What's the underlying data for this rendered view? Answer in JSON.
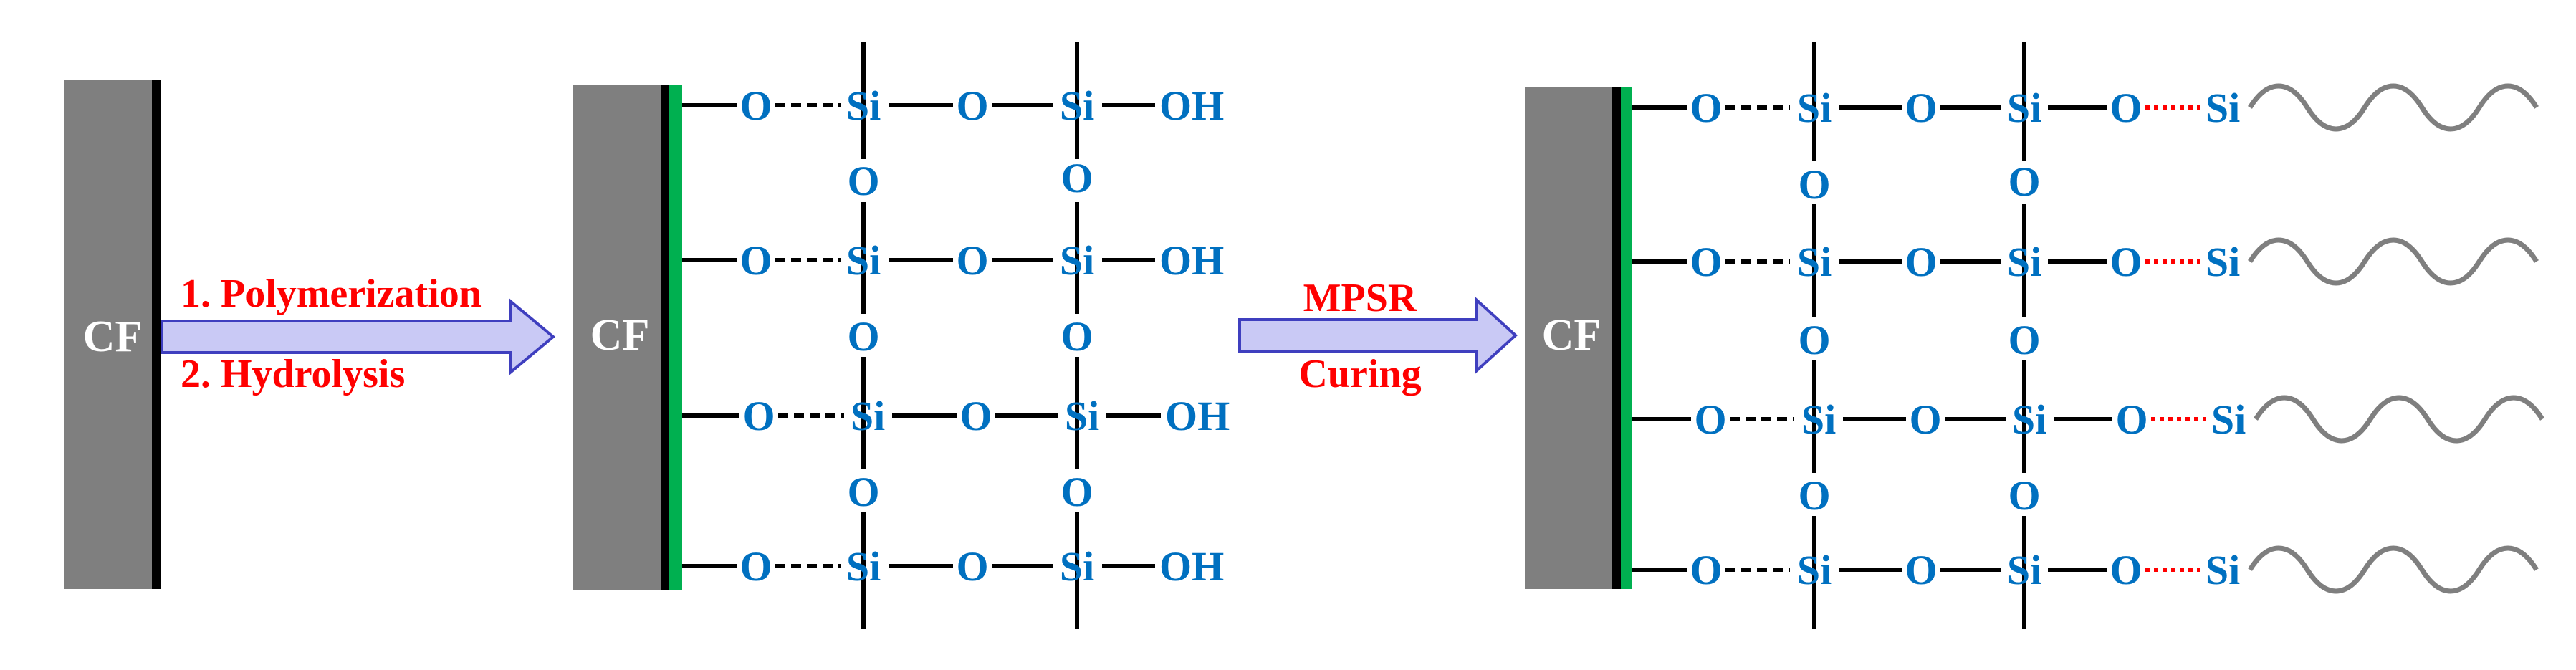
{
  "colors": {
    "fiber": "#7f7f7f",
    "fiber_edge": "#000000",
    "coating": "#00b050",
    "atom_text": "#0070c0",
    "step_text": "#ff0000",
    "arrow_fill": "#c9c9f5",
    "arrow_stroke": "#3f3fbf",
    "resin_chain": "#7f7f7f",
    "hydrogen_bond": "#ff0000"
  },
  "stage1": {
    "fiber_label": "CF"
  },
  "arrow1": {
    "line1": "1. Polymerization",
    "line2": "2. Hydrolysis"
  },
  "stage2": {
    "fiber_label": "CF",
    "rows": [
      {
        "o1": "O",
        "si1": "Si",
        "o2": "O",
        "si2": "Si",
        "end": "OH"
      },
      {
        "o1": "O",
        "si1": "Si",
        "o2": "O",
        "si2": "Si",
        "end": "OH"
      },
      {
        "o1": "O",
        "si1": "Si",
        "o2": "O",
        "si2": "Si",
        "end": "OH"
      },
      {
        "o1": "O",
        "si1": "Si",
        "o2": "O",
        "si2": "Si",
        "end": "OH"
      }
    ],
    "bridges": [
      {
        "left": "O",
        "right": "O"
      },
      {
        "left": "O",
        "right": "O"
      },
      {
        "left": "O",
        "right": "O"
      }
    ]
  },
  "arrow2": {
    "line1": "MPSR",
    "line2": "Curing"
  },
  "stage3": {
    "fiber_label": "CF",
    "rows": [
      {
        "o1": "O",
        "si1": "Si",
        "o2": "O",
        "si2": "Si",
        "o3": "O",
        "si3": "Si"
      },
      {
        "o1": "O",
        "si1": "Si",
        "o2": "O",
        "si2": "Si",
        "o3": "O",
        "si3": "Si"
      },
      {
        "o1": "O",
        "si1": "Si",
        "o2": "O",
        "si2": "Si",
        "o3": "O",
        "si3": "Si"
      },
      {
        "o1": "O",
        "si1": "Si",
        "o2": "O",
        "si2": "Si",
        "o3": "O",
        "si3": "Si"
      }
    ],
    "bridges": [
      {
        "left": "O",
        "right": "O"
      },
      {
        "left": "O",
        "right": "O"
      },
      {
        "left": "O",
        "right": "O"
      }
    ]
  }
}
